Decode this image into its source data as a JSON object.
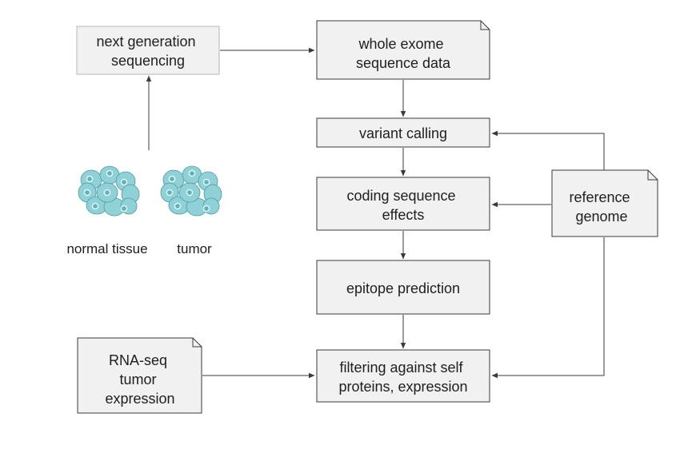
{
  "nodes": {
    "ngs": {
      "lines": [
        "next generation",
        "sequencing"
      ]
    },
    "wes": {
      "lines": [
        "whole exome",
        "sequence data"
      ]
    },
    "variant": {
      "lines": [
        "variant calling"
      ]
    },
    "coding": {
      "lines": [
        "coding sequence",
        "effects"
      ]
    },
    "epitope": {
      "lines": [
        "epitope prediction"
      ]
    },
    "filtering": {
      "lines": [
        "filtering against self",
        "proteins, expression"
      ]
    },
    "reference": {
      "lines": [
        "reference",
        "genome"
      ]
    },
    "rnaseq": {
      "lines": [
        "RNA-seq",
        "tumor",
        "expression"
      ]
    }
  },
  "captions": {
    "normal": "normal tissue",
    "tumor": "tumor"
  },
  "colors": {
    "box_fill": "#f1f1f1",
    "box_stroke": "#3a3a3a",
    "ngs_stroke": "#b7b7b7",
    "cell_fill": "#8fd1d6",
    "cell_stroke": "#4e9aa0",
    "nucleus": "#5fb4bb"
  },
  "icons": [
    "tissue-cluster-icon",
    "tumor-cluster-icon"
  ]
}
